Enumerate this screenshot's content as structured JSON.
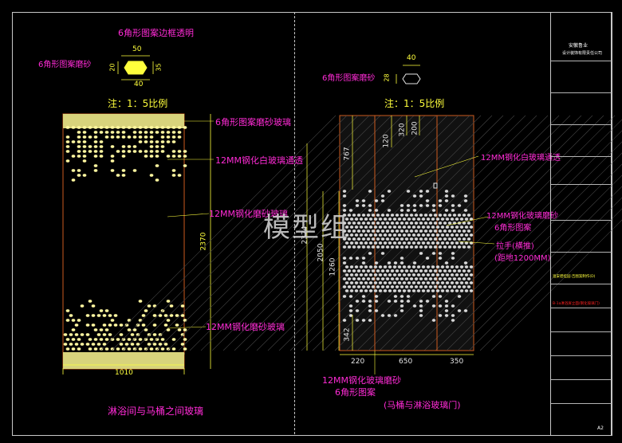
{
  "watermark": "模型组",
  "left": {
    "top_title": "6角形图案边框透明",
    "hex_label": "6角形图案磨砂",
    "hex_w": "50",
    "hex_h1": "20",
    "hex_h2": "35",
    "hex_base": "40",
    "scale": "注：1：5比例",
    "lbl1": "6角形图案磨砂玻璃",
    "lbl2": "12MM钢化白玻璃通透",
    "lbl3": "12MM钢化磨砂玻璃",
    "lbl4": "12MM钢化磨砂玻璃",
    "height_dim": "2370",
    "width_dim": "1010",
    "caption": "淋浴间与马桶之间玻璃"
  },
  "right": {
    "hex_label": "6角形图案磨砂",
    "hex_w": "40",
    "hex_h": "28",
    "scale": "注：1：5比例",
    "dim_320": "320",
    "dim_200": "200",
    "dim_120": "120",
    "dim_767": "767",
    "dim_2050": "2050",
    "dim_1260": "1260",
    "dim_2374": "2374",
    "dim_342": "342",
    "dim_220": "220",
    "dim_650": "650",
    "dim_350": "350",
    "lbl1": "12MM钢化白玻璃通透",
    "lbl2a": "12MM钢化玻璃磨砂",
    "lbl2b": "6角形图案",
    "lbl3a": "拉手(横推)",
    "lbl3b": "(距地1200MM)",
    "lbl4a": "12MM钢化玻璃磨砂",
    "lbl4b": "6角形图案",
    "caption": "(马桶与淋浴玻璃门)"
  },
  "title_block": {
    "company1": "安徽鲁业",
    "company2": "设计装饰有限责任公司",
    "project": "淮安碧桂园·吉图案制作(D)",
    "drawing": "B-1a淋浴屏立面(钢化玻璃门)",
    "colors": {
      "red": "#ff2020",
      "yellow": "#ffff3c",
      "magenta": "#ff2bd6"
    }
  },
  "page_no": "A2"
}
